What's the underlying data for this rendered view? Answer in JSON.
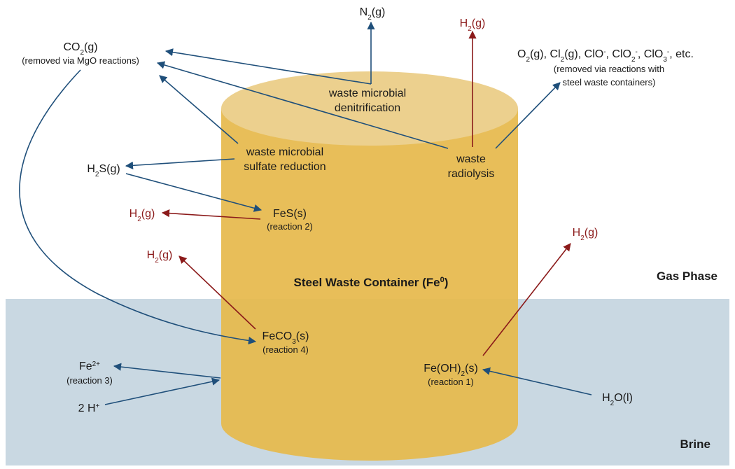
{
  "title": "Steel Waste Container (Fe",
  "title_sup": "0",
  "title_close": ")",
  "regions": {
    "gas": "Gas Phase",
    "brine": "Brine"
  },
  "colors": {
    "brine": "#c9d8e2",
    "cylinder_body": "#e6b94c",
    "cylinder_top": "#ecd08e",
    "blue_arrow": "#1f4f7a",
    "red_arrow": "#8b1a1a"
  },
  "labels": {
    "n2": {
      "a": "N",
      "sub": "2",
      "b": "(g)"
    },
    "h2_top": {
      "a": "H",
      "sub": "2",
      "b": "(g)"
    },
    "co2": {
      "a": "CO",
      "sub": "2",
      "b": "(g)",
      "note": "(removed via MgO reactions)"
    },
    "oxidants": {
      "line1": [
        {
          "t": "O"
        },
        {
          "s": "2"
        },
        {
          "t": "(g), Cl"
        },
        {
          "s": "2"
        },
        {
          "t": "(g), ClO"
        },
        {
          "p": "-"
        },
        {
          "t": ", ClO"
        },
        {
          "s": "2"
        },
        {
          "p": "-"
        },
        {
          "t": ", ClO"
        },
        {
          "s": "3"
        },
        {
          "p": "-"
        },
        {
          "t": ", etc."
        }
      ],
      "line2": "(removed via reactions with",
      "line3": "steel waste containers)"
    },
    "denitrification": {
      "line1": "waste microbial",
      "line2": "denitrification"
    },
    "sulfate": {
      "line1": "waste microbial",
      "line2": "sulfate reduction"
    },
    "radiolysis": {
      "line1": "waste",
      "line2": "radiolysis"
    },
    "h2s": {
      "a": "H",
      "sub": "2",
      "b": "S(g)"
    },
    "fes": {
      "a": "FeS(s)",
      "note": "(reaction 2)"
    },
    "h2_fes": {
      "a": "H",
      "sub": "2",
      "b": "(g)"
    },
    "h2_feco3": {
      "a": "H",
      "sub": "2",
      "b": "(g)"
    },
    "h2_right": {
      "a": "H",
      "sub": "2",
      "b": "(g)"
    },
    "feco3": {
      "a": "FeCO",
      "sub": "3",
      "b": "(s)",
      "note": "(reaction 4)"
    },
    "feoh2": {
      "a": "Fe(OH)",
      "sub": "2",
      "b": "(s)",
      "note": "(reaction 1)"
    },
    "fe2": {
      "a": "Fe",
      "sup": "2+",
      "note": "(reaction 3)"
    },
    "hplus": {
      "a": "2 H",
      "sup": "+"
    },
    "h2o": {
      "a": "H",
      "sub": "2",
      "b": "O(l)"
    }
  }
}
